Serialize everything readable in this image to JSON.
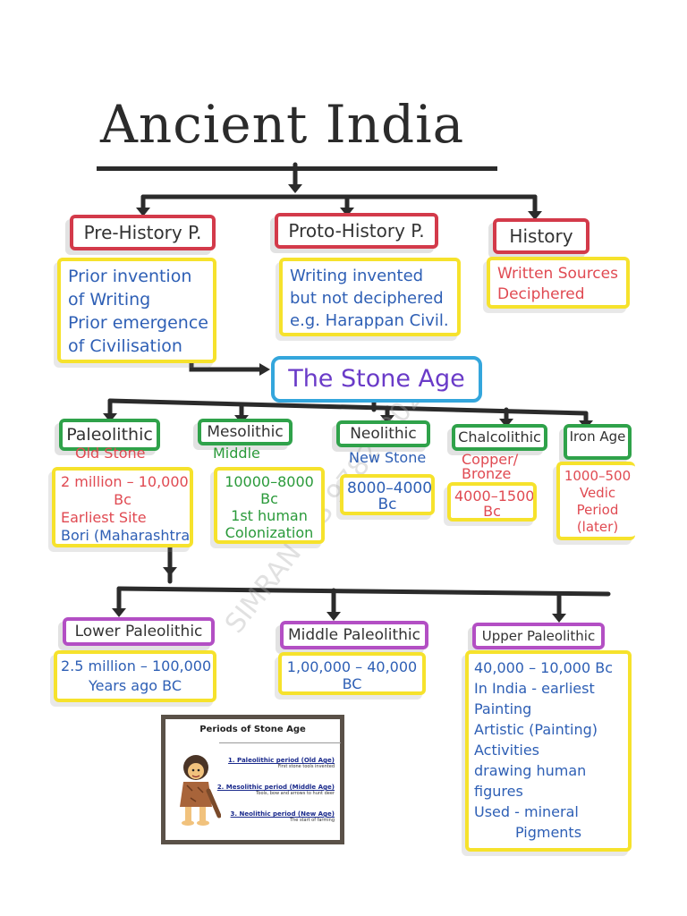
{
  "title": "Ancient India",
  "watermark": "SIMRAN IAS 9782490222",
  "level1": [
    {
      "heading": "Pre-History P.",
      "lines": [
        "Prior invention",
        "of Writing",
        "Prior emergence",
        "of Civilisation"
      ]
    },
    {
      "heading": "Proto-History P.",
      "lines": [
        "Writing invented",
        "but not deciphered",
        "e.g. Harappan Civil."
      ]
    },
    {
      "heading": "History",
      "lines": [
        "Written Sources",
        "Deciphered"
      ]
    }
  ],
  "stone_age": "The Stone Age",
  "ages": [
    {
      "name": "Paleolithic",
      "sub": "Old Stone",
      "lines": [
        "2 million – 10,000",
        "Bc",
        "Earliest Site",
        "Bori (Maharashtra)"
      ]
    },
    {
      "name": "Mesolithic",
      "sub": "Middle",
      "lines": [
        "10000–8000",
        "Bc",
        "1st human",
        "Colonization"
      ]
    },
    {
      "name": "Neolithic",
      "sub": "New Stone",
      "lines": [
        "8000–4000",
        "Bc"
      ]
    },
    {
      "name": "Chalcolithic",
      "sub": "Copper/ Bronze",
      "lines": [
        "4000–1500",
        "Bc"
      ]
    },
    {
      "name": "Iron Age",
      "sub": "",
      "lines": [
        "1000–500",
        "Vedic",
        "Period",
        "(later)"
      ]
    }
  ],
  "paleolithic_parts": [
    {
      "name": "Lower Paleolithic",
      "lines": [
        "2.5 million – 100,000",
        "Years ago BC"
      ]
    },
    {
      "name": "Middle Paleolithic",
      "lines": [
        "1,00,000 – 40,000",
        "BC"
      ]
    },
    {
      "name": "Upper Paleolithic",
      "lines": [
        "40,000 – 10,000 Bc",
        "In India - earliest",
        "Painting",
        "Artistic (Painting)",
        "Activities",
        "drawing human",
        "figures",
        "Used - mineral",
        "Pigments"
      ]
    }
  ],
  "inset": {
    "title": "Periods of Stone Age",
    "items": [
      {
        "main": "1. Paleolithic period (Old Age)",
        "sub": "First stone tools invented"
      },
      {
        "main": "2. Mesolithic period (Middle Age)",
        "sub": "Tools, bow and arrows to hunt deer"
      },
      {
        "main": "3. Neolithic period (New Age)",
        "sub": "The start of farming"
      }
    ]
  },
  "colors": {
    "ink": "#2b2b2b",
    "header_red": "#d33a4a",
    "box_yellow": "#f6e22c",
    "text_blue": "#2e5fb5",
    "text_red": "#e04a52",
    "text_green": "#2a9a3a",
    "stone_border": "#34a6dc",
    "stone_text": "#6a3bc8",
    "paleo_border": "#b34fc4",
    "age_border": "#2fa24a"
  }
}
